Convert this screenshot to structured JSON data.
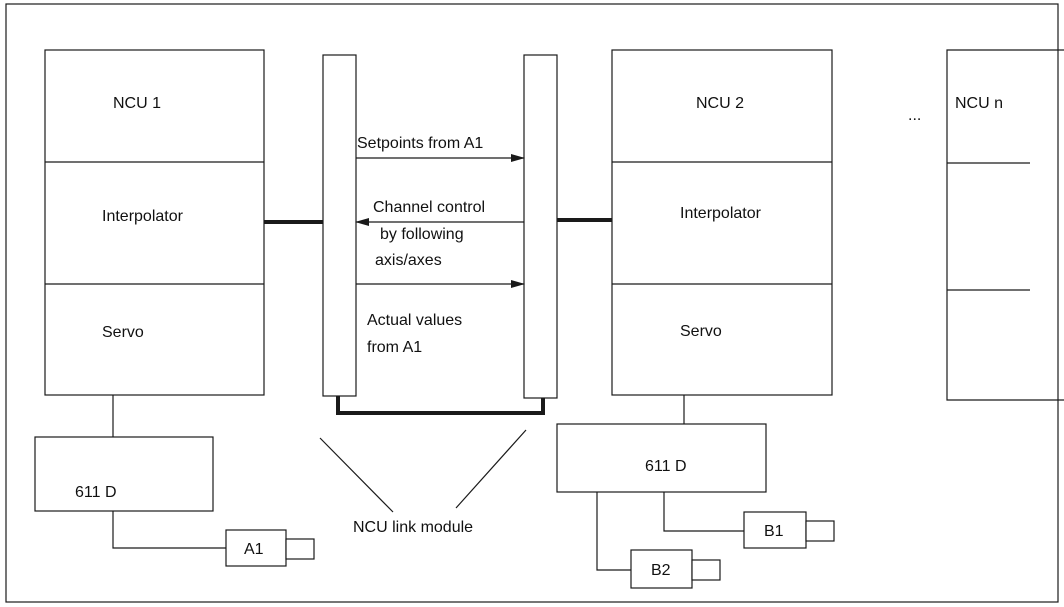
{
  "ncu1": {
    "title": "NCU 1",
    "interpolator": "Interpolator",
    "servo": "Servo"
  },
  "ncu2": {
    "title": "NCU 2",
    "interpolator": "Interpolator",
    "servo": "Servo"
  },
  "ncun": {
    "title": "NCU n",
    "ellipsis": "..."
  },
  "signals": {
    "setpoints": "Setpoints from A1",
    "channel_control": [
      "Channel control",
      "by following",
      "axis/axes"
    ],
    "actual_values": [
      "Actual values",
      "from A1"
    ]
  },
  "drives": {
    "left_drive": "611 D",
    "right_drive": "611 D"
  },
  "motors": {
    "a1": "A1",
    "b1": "B1",
    "b2": "B2"
  },
  "link_module_label": "NCU link module"
}
